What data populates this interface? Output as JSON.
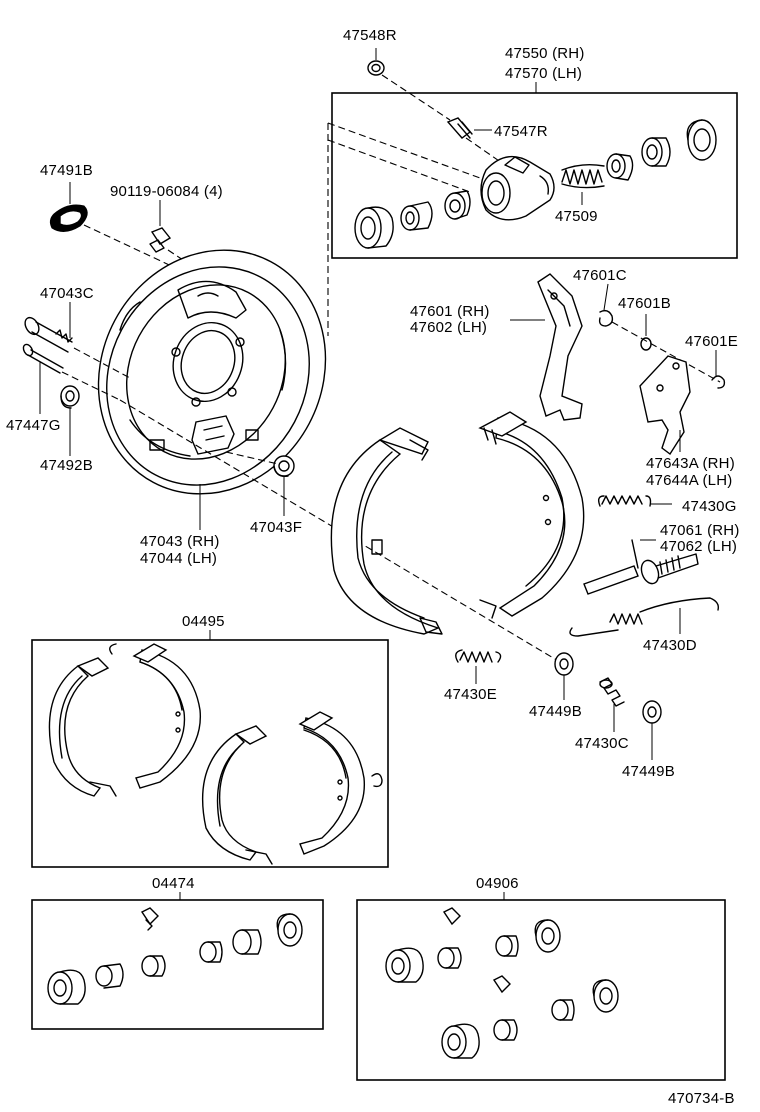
{
  "labels": {
    "p47548R": "47548R",
    "p47550": "47550 (RH)",
    "p47570": "47570 (LH)",
    "p47547R": "47547R",
    "p47509": "47509",
    "p47491B": "47491B",
    "p90119": "90119-06084 (4)",
    "p47043C": "47043C",
    "p47447G": "47447G",
    "p47492B": "47492B",
    "p47043": "47043 (RH)",
    "p47044": "47044 (LH)",
    "p47043F": "47043F",
    "p47601": "47601 (RH)",
    "p47602": "47602 (LH)",
    "p47601C": "47601C",
    "p47601B": "47601B",
    "p47601E": "47601E",
    "p47643A": "47643A (RH)",
    "p47644A": "47644A (LH)",
    "p47430G": "47430G",
    "p47061": "47061 (RH)",
    "p47062": "47062 (LH)",
    "p47430D": "47430D",
    "p04495": "04495",
    "p47430E": "47430E",
    "p47449B_a": "47449B",
    "p47430C": "47430C",
    "p47449B_b": "47449B",
    "p04474": "04474",
    "p04906": "04906",
    "drawing_number": "470734-B"
  }
}
